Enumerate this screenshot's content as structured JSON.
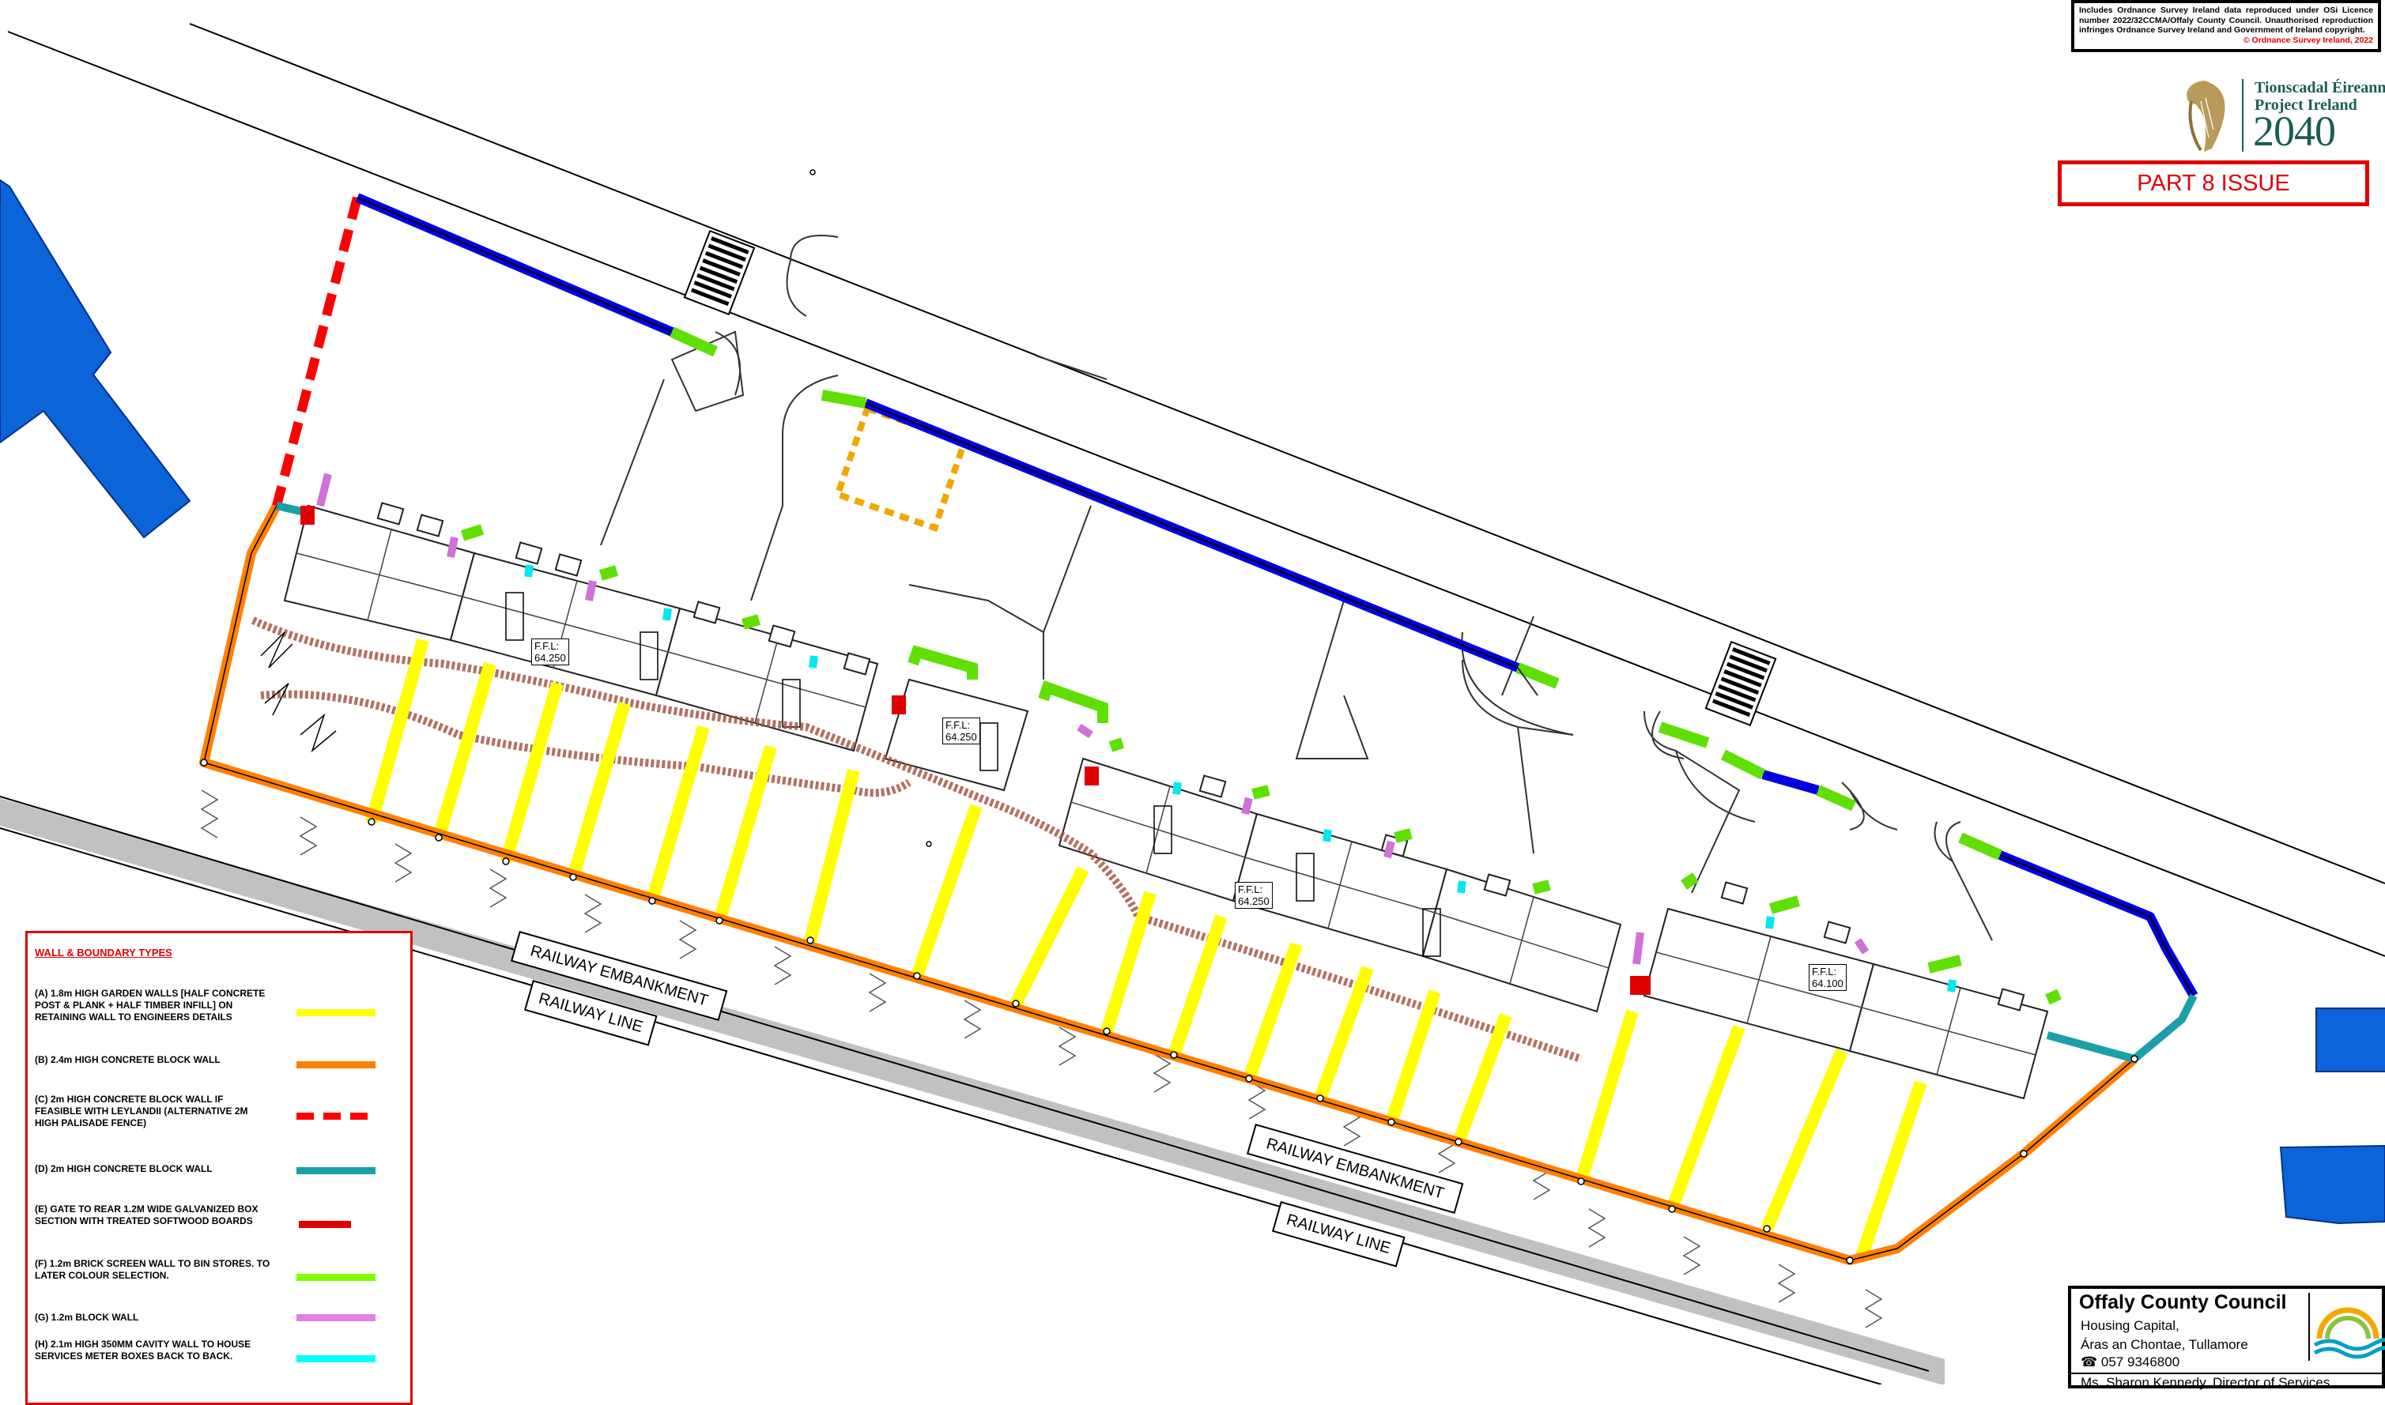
{
  "copyright": {
    "line1": "Includes Ordnance Survey Ireland data reproduced under OSi Licence number 2022/32CCMA/Offaly County Council. Unauthorised reproduction infringes Ordnance Survey Ireland and Government of Ireland copyright.",
    "line2": "© Ordnance Survey Ireland, 2022"
  },
  "project_ireland": {
    "irish": "Tionscadal Éireann",
    "english": "Project Ireland",
    "year": "2040"
  },
  "issue_label": "PART 8 ISSUE",
  "ffl_labels": [
    {
      "line1": "F.F.L:",
      "line2": "64.250"
    },
    {
      "line1": "F.F.L:",
      "line2": "64.250"
    },
    {
      "line1": "F.F.L:",
      "line2": "64.250"
    },
    {
      "line1": "F.F.L:",
      "line2": "64.100"
    }
  ],
  "site_labels": {
    "embankment_1": "RAILWAY EMBANKMENT",
    "railway_line_1": "RAILWAY LINE",
    "embankment_2": "RAILWAY EMBANKMENT",
    "railway_line_2": "RAILWAY LINE"
  },
  "legend": {
    "title": "WALL & BOUNDARY TYPES",
    "items": [
      {
        "text": "(A) 1.8m HIGH GARDEN WALLS [HALF CONCRETE POST & PLANK + HALF TIMBER INFILL] ON RETAINING WALL TO ENGINEERS DETAILS",
        "color": "#ffff00",
        "style": "solid"
      },
      {
        "text": "(B) 2.4m HIGH CONCRETE BLOCK WALL",
        "color": "#ff8000",
        "style": "solid"
      },
      {
        "text": "(C) 2m HIGH CONCRETE BLOCK WALL IF FEASIBLE WITH LEYLANDII (ALTERNATIVE 2M HIGH PALISADE FENCE)",
        "color": "#ff0000",
        "style": "dashed"
      },
      {
        "text": "(D) 2m HIGH CONCRETE BLOCK WALL",
        "color": "#1aa0a8",
        "style": "solid"
      },
      {
        "text": "(E) GATE TO REAR 1.2M WIDE GALVANIZED BOX SECTION WITH TREATED SOFTWOOD BOARDS",
        "color": "#e00000",
        "style": "short"
      },
      {
        "text": "(F) 1.2m BRICK SCREEN WALL TO BIN STORES. TO LATER COLOUR SELECTION.",
        "color": "#80ff00",
        "style": "solid"
      },
      {
        "text": "(G) 1.2m BLOCK WALL",
        "color": "#e080e8",
        "style": "solid"
      },
      {
        "text": "(H) 2.1m HIGH 350MM CAVITY WALL TO HOUSE SERVICES METER BOXES BACK TO BACK.",
        "color": "#00ffff",
        "style": "solid"
      }
    ]
  },
  "council": {
    "name": "Offaly County Council",
    "line1": "Housing Capital,",
    "line2": "Áras an Chontae, Tullamore",
    "phone": "☎  057 9346800",
    "line3": "Ms. Sharon Kennedy, Director of Services"
  },
  "colors": {
    "blue_wall": "#0000e0",
    "orange_wall": "#ff8000",
    "yellow_wall": "#ffff00",
    "green_wall": "#80ff00",
    "pink_wall": "#e080e8",
    "cyan_wall": "#00ffff",
    "teal_wall": "#1aa0a8",
    "red": "#ff0000",
    "building_blue": "#0066dd",
    "brand_green": "#1a5e52"
  }
}
